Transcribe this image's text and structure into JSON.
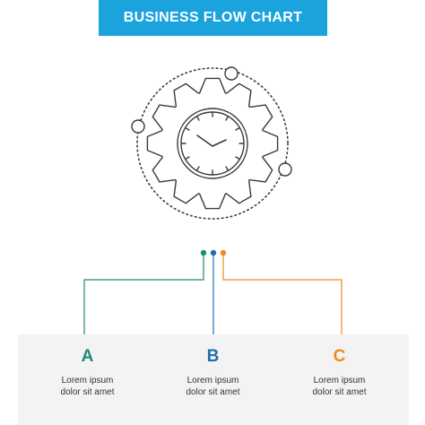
{
  "title": "BUSINESS FLOW CHART",
  "colors": {
    "banner": "#1aa3dc",
    "step_a": "#1f8a78",
    "step_b": "#1b6fb0",
    "step_c": "#f08a1c",
    "line_art": "#3a3a3a"
  },
  "center_icon": "gear-with-clock-icon",
  "steps": [
    {
      "letter": "A",
      "line1": "Lorem ipsum",
      "line2": "dolor sit amet"
    },
    {
      "letter": "B",
      "line1": "Lorem ipsum",
      "line2": "dolor sit amet"
    },
    {
      "letter": "C",
      "line1": "Lorem ipsum",
      "line2": "dolor sit amet"
    }
  ]
}
